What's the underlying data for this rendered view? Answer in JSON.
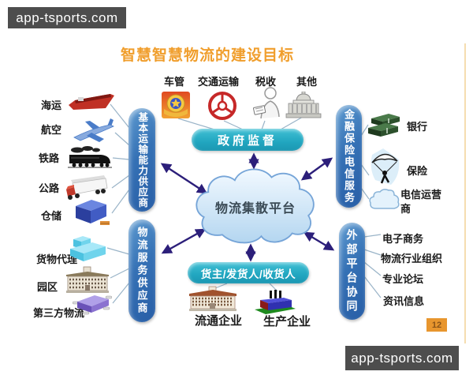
{
  "watermarks": {
    "top": "app-tsports.com",
    "bottom": "app-tsports.com"
  },
  "title": "智慧智慧物流的建设目标",
  "page_number": "12",
  "center_cloud": {
    "label": "物流集散平台"
  },
  "government": {
    "label": "政府监督",
    "items": [
      {
        "label": "车管",
        "icon": "police-badge-icon"
      },
      {
        "label": "交通运输",
        "icon": "steering-wheel-icon"
      },
      {
        "label": "税收",
        "icon": "tax-officer-icon"
      },
      {
        "label": "其他",
        "icon": "government-building-icon"
      }
    ]
  },
  "transport_suppliers": {
    "label": "基本运输能力供应商",
    "items": [
      {
        "label": "海运",
        "icon": "cargo-ship-icon"
      },
      {
        "label": "航空",
        "icon": "airplane-icon"
      },
      {
        "label": "铁路",
        "icon": "train-icon"
      },
      {
        "label": "公路",
        "icon": "truck-icon"
      },
      {
        "label": "仓储",
        "icon": "warehouse-box-icon"
      }
    ]
  },
  "logistics_service_suppliers": {
    "label": "物流服务供应商",
    "items": [
      {
        "label": "货物代理",
        "icon": "cargo-blocks-icon"
      },
      {
        "label": "园区",
        "icon": "park-building-icon"
      },
      {
        "label": "第三方物流",
        "icon": "logistics-device-icon"
      }
    ]
  },
  "shippers": {
    "label": "货主/发货人/收货人",
    "items": [
      {
        "label": "流通企业",
        "icon": "distribution-building-icon"
      },
      {
        "label": "生产企业",
        "icon": "factory-icon"
      }
    ]
  },
  "finance_services": {
    "label": "金融保险电信服务",
    "items": [
      {
        "label": "银行",
        "icon": "money-stack-icon"
      },
      {
        "label": "保险",
        "icon": "parachute-icon"
      },
      {
        "label": "电信运营商",
        "icon": "telecom-cloud-icon"
      }
    ]
  },
  "external_platforms": {
    "label": "外部平台协同",
    "items": [
      {
        "label": "电子商务"
      },
      {
        "label": "物流行业组织"
      },
      {
        "label": "专业论坛"
      },
      {
        "label": "资讯信息"
      }
    ]
  },
  "colors": {
    "title": "#F09E2C",
    "pill_blue": "#2F6FB5",
    "capsule_teal": "#2AB2C8",
    "arrow": "#2C1F7A",
    "cloud_fill": "#CBE3F5",
    "watermark_bg": "#4D4D4D",
    "page_badge": "#E8962E"
  }
}
